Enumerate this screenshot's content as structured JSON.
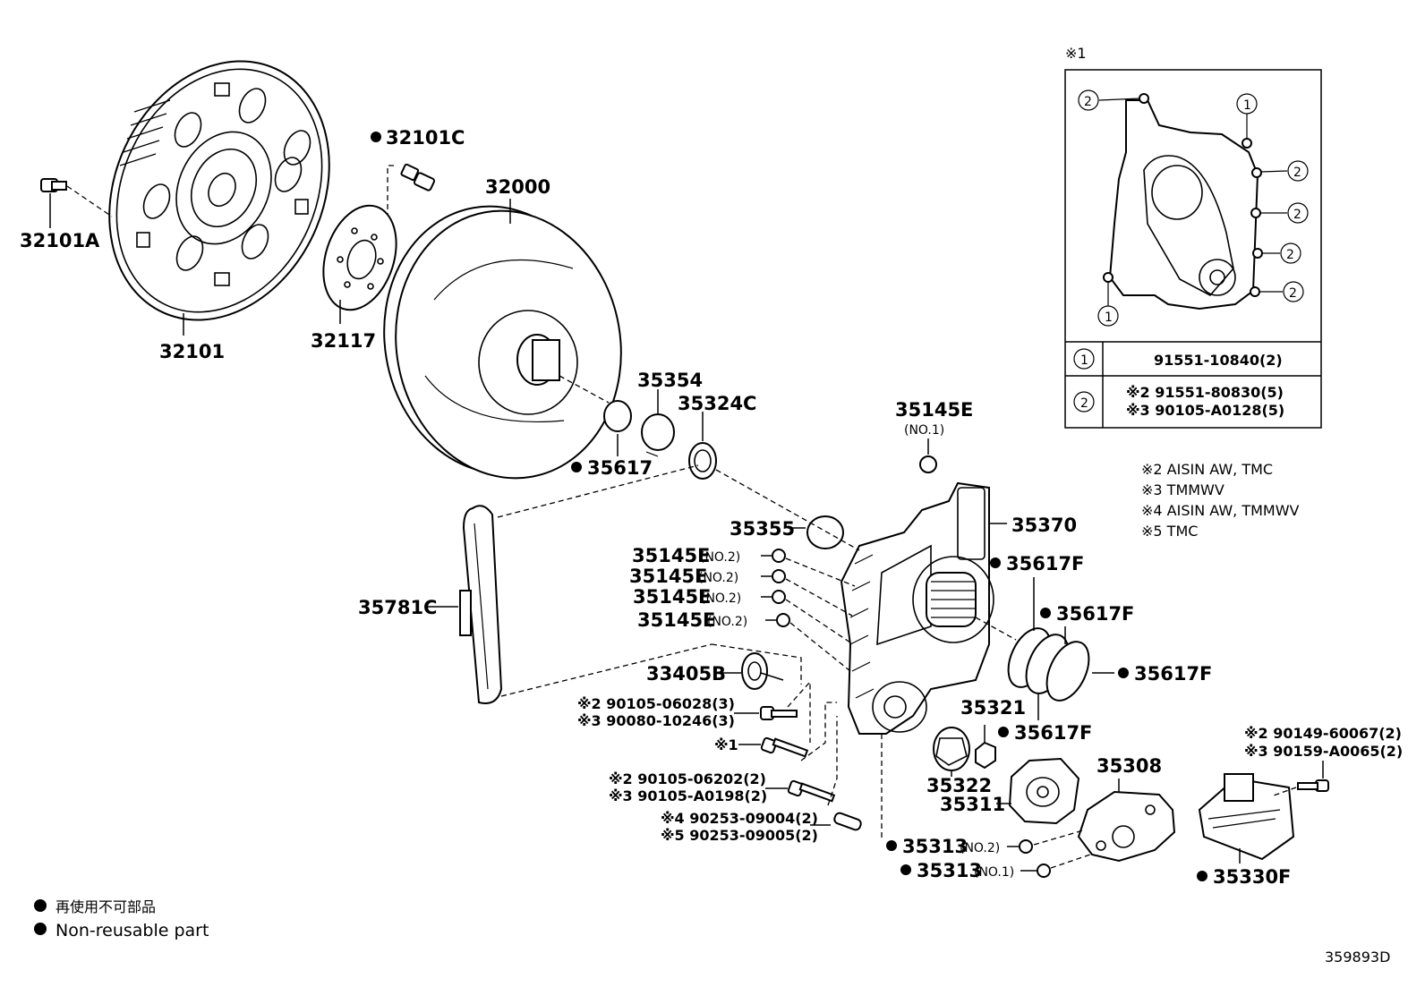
{
  "parts": {
    "p32101A": "32101A",
    "p32101": "32101",
    "p32101C": "32101C",
    "p32117": "32117",
    "p32000": "32000",
    "p35354": "35354",
    "p35324C": "35324C",
    "p35617": "35617",
    "p35145E_no1": "35145E",
    "p35145E_no1_tag": "(NO.1)",
    "p35370": "35370",
    "p35355": "35355",
    "p35145E_a": "35145E",
    "p35145E_b": "35145E",
    "p35145E_c": "35145E",
    "p35145E_d": "35145E",
    "tag_no2": "(NO.2)",
    "p35617F_1": "35617F",
    "p35617F_2": "35617F",
    "p35617F_3": "35617F",
    "p35617F_4": "35617F",
    "p35781C": "35781C",
    "p33405B": "33405B",
    "p35321": "35321",
    "p35322": "35322",
    "p35311": "35311",
    "p35308": "35308",
    "p35313_no2": "35313",
    "p35313_no2_tag": "(NO.2)",
    "p35313_no1": "35313",
    "p35313_no1_tag": "(NO.1)",
    "p35330F": "35330F"
  },
  "bolts": {
    "b1a": "※2 90105-06028(3)",
    "b1b": "※3 90080-10246(3)",
    "b2": "※1",
    "b3a": "※2 90105-06202(2)",
    "b3b": "※3 90105-A0198(2)",
    "b4a": "※4 90253-09004(2)",
    "b4b": "※5 90253-09005(2)",
    "b5a": "※2 90149-60067(2)",
    "b5b": "※3 90159-A0065(2)"
  },
  "inset": {
    "title": "※1",
    "callout1": "1",
    "callout2": "2",
    "row1_part": "91551-10840(2)",
    "row2_line1": "※2 91551-80830(5)",
    "row2_line2": "※3 90105-A0128(5)"
  },
  "notes": {
    "n2": "※2 AISIN AW, TMC",
    "n3": "※3 TMMWV",
    "n4": "※4 AISIN AW, TMMWV",
    "n5": "※5 TMC"
  },
  "legend": {
    "jp": "再使用不可部品",
    "en": "Non-reusable part"
  },
  "diagram_id": "359893D"
}
